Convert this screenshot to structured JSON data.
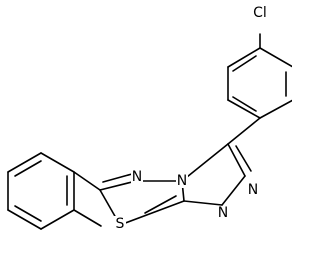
{
  "molecule": {
    "atoms": {
      "cl": "Cl",
      "n3": "N",
      "n4": "N",
      "n1": "N",
      "n2": "N",
      "s": "S"
    },
    "colors": {
      "bond": "#000000",
      "label": "#000000",
      "background": "#ffffff"
    }
  }
}
